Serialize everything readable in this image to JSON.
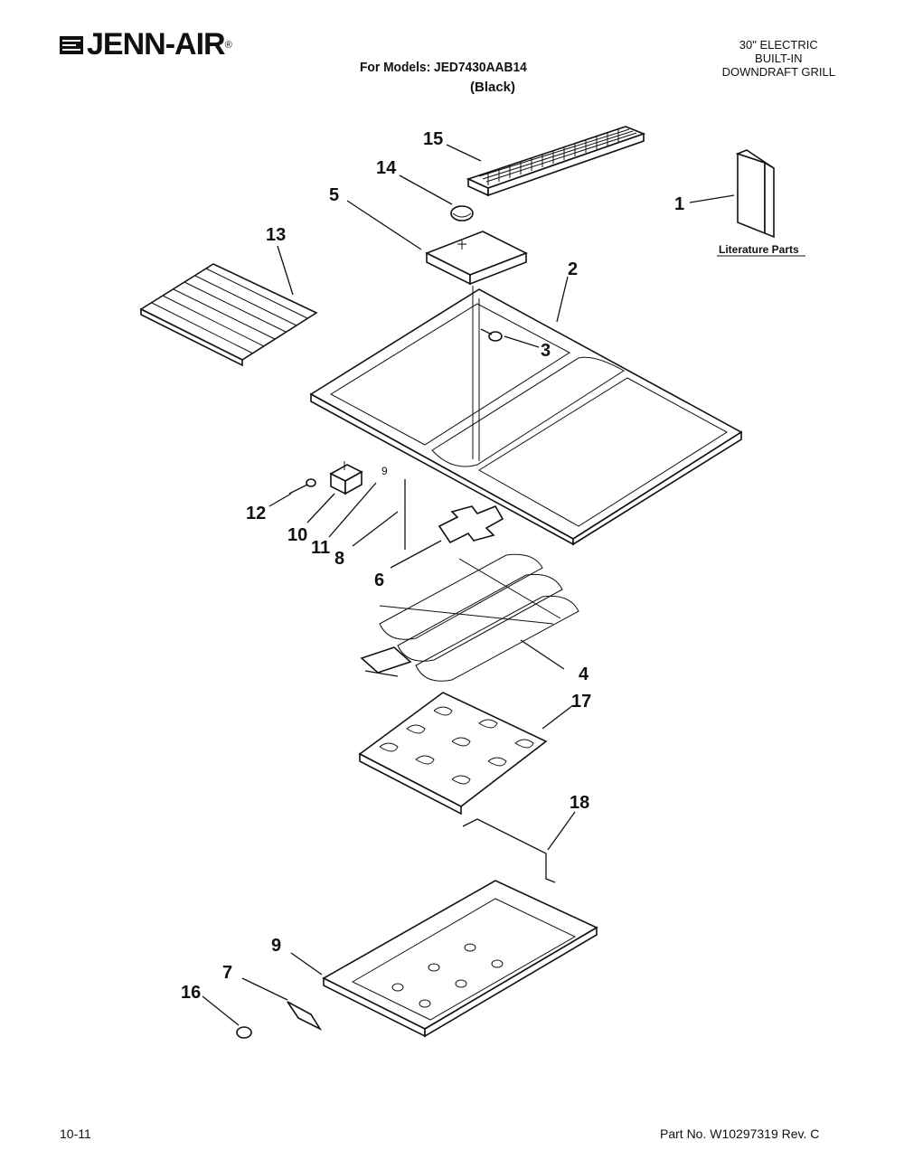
{
  "header": {
    "brand": "JENN-AIR",
    "brand_mark": "®",
    "models_line": "For Models: JED7430AAB14",
    "color": "(Black)",
    "product_lines": [
      "30\" ELECTRIC",
      "BUILT-IN",
      "DOWNDRAFT GRILL"
    ]
  },
  "footer": {
    "date_code": "10-11",
    "part_number": "Part No. W10297319 Rev. C"
  },
  "literature_label": "Literature Parts",
  "callouts": {
    "c1": "1",
    "c2": "2",
    "c3": "3",
    "c4": "4",
    "c5": "5",
    "c6": "6",
    "c7": "7",
    "c8": "8",
    "c9": "9",
    "c10": "10",
    "c11": "11",
    "c12": "12",
    "c13": "13",
    "c14": "14",
    "c15": "15",
    "c16": "16",
    "c17": "17",
    "c18": "18"
  },
  "small_label_9": "9"
}
